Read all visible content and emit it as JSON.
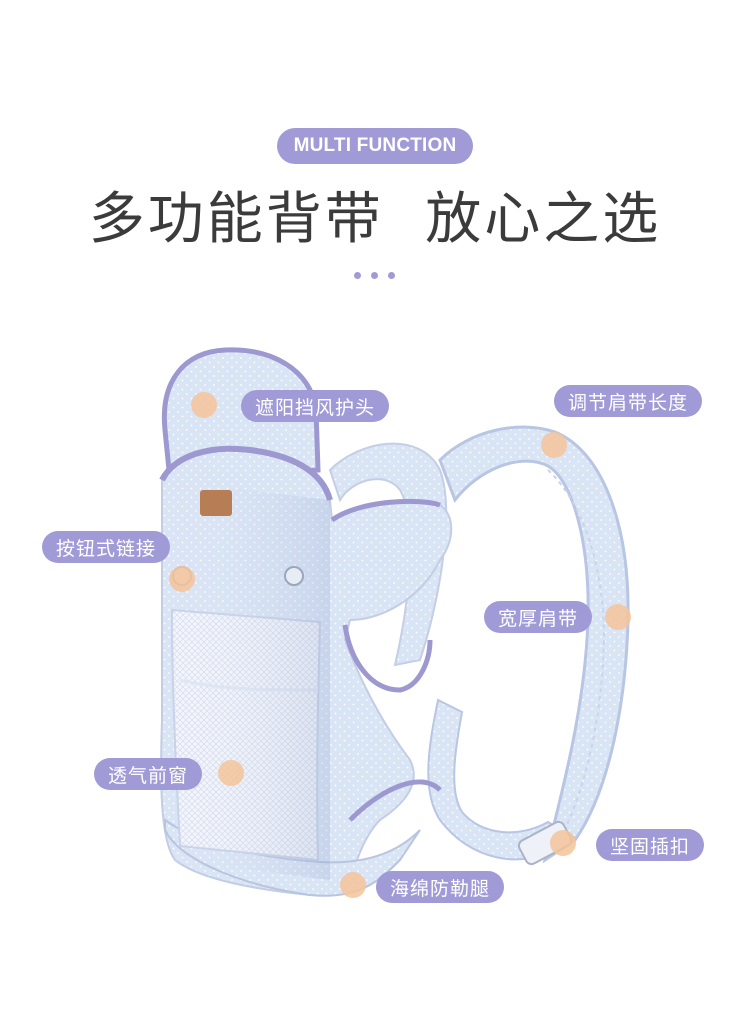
{
  "header": {
    "badge": "MULTI FUNCTION",
    "headline": "多功能背带  放心之选"
  },
  "colors": {
    "accent": "#a09bd6",
    "marker": "#f4c49a",
    "fabric": "#dbe5f5",
    "trim": "#9d99d0",
    "headline": "#3b3b3b"
  },
  "callouts": [
    {
      "id": "sun-hood",
      "label": "遮阳挡风护头"
    },
    {
      "id": "strap-length",
      "label": "调节肩带长度"
    },
    {
      "id": "button-link",
      "label": "按钮式链接"
    },
    {
      "id": "wide-strap",
      "label": "宽厚肩带"
    },
    {
      "id": "mesh-window",
      "label": "透气前窗"
    },
    {
      "id": "buckle",
      "label": "坚固插扣"
    },
    {
      "id": "leg-sponge",
      "label": "海绵防勒腿"
    }
  ]
}
